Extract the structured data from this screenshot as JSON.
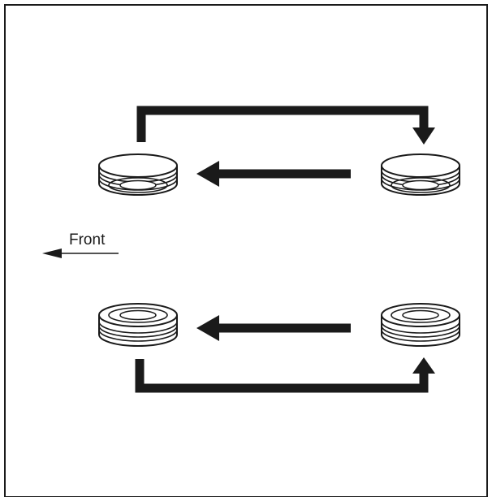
{
  "direction_label": "Front",
  "colors": {
    "ink": "#1a1a1a",
    "background": "#ffffff"
  },
  "tires": [
    {
      "id": "front-left",
      "face_visible": "bottom"
    },
    {
      "id": "rear-left",
      "face_visible": "bottom"
    },
    {
      "id": "front-right",
      "face_visible": "top"
    },
    {
      "id": "rear-right",
      "face_visible": "top"
    }
  ],
  "arrows": [
    {
      "id": "rear-left-to-front-left",
      "from": "rear-left",
      "to": "front-left",
      "kind": "straight"
    },
    {
      "id": "front-left-to-rear-left",
      "from": "front-left",
      "to": "rear-left",
      "kind": "cross-over-top"
    },
    {
      "id": "rear-right-to-front-right",
      "from": "rear-right",
      "to": "front-right",
      "kind": "straight"
    },
    {
      "id": "front-right-to-rear-right",
      "from": "front-right",
      "to": "rear-right",
      "kind": "cross-over-bottom"
    }
  ]
}
